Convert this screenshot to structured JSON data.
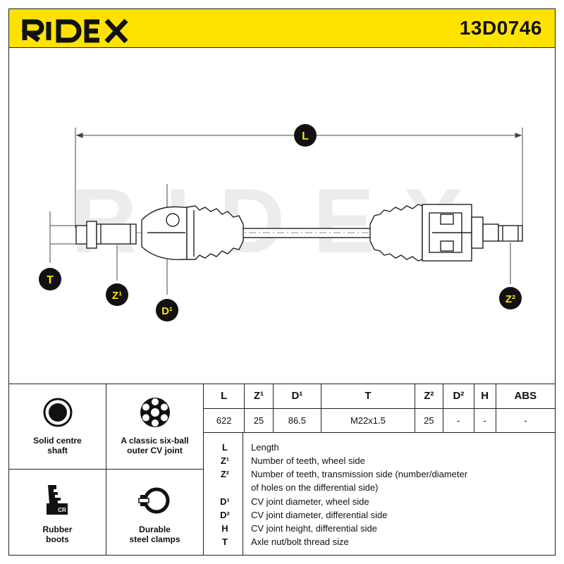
{
  "brand": {
    "name": "RIDEX",
    "color": "#ffe300"
  },
  "part_number": "13D0746",
  "drawing": {
    "labels": {
      "L": "L",
      "T": "T",
      "Z1": "Z¹",
      "D1": "D¹",
      "Z2": "Z²"
    },
    "watermark": "RIDEX"
  },
  "features": [
    {
      "icon": "solid-shaft-icon",
      "label_line1": "Solid centre",
      "label_line2": "shaft"
    },
    {
      "icon": "six-ball-cv-joint-icon",
      "label_line1": "A classic six-ball",
      "label_line2": "outer CV joint"
    },
    {
      "icon": "rubber-boot-icon",
      "label_line1": "Rubber",
      "label_line2": "boots",
      "badge": "CR"
    },
    {
      "icon": "steel-clamp-icon",
      "label_line1": "Durable",
      "label_line2": "steel clamps"
    }
  ],
  "spec_table": {
    "headers": [
      "L",
      "Z¹",
      "D¹",
      "T",
      "Z²",
      "D²",
      "H",
      "ABS"
    ],
    "values": [
      "622",
      "25",
      "86.5",
      "M22x1.5",
      "25",
      "-",
      "-",
      "-"
    ]
  },
  "legend": [
    {
      "code": "L",
      "text": "Length"
    },
    {
      "code": "Z¹",
      "text": "Number of teeth, wheel side"
    },
    {
      "code": "Z²",
      "text": "Number of teeth, transmission side (number/diameter"
    },
    {
      "code": "",
      "text": "of holes on the differential side)"
    },
    {
      "code": "D¹",
      "text": "CV joint diameter, wheel side"
    },
    {
      "code": "D²",
      "text": "CV joint diameter, differential side"
    },
    {
      "code": "H",
      "text": "CV joint height, differential side"
    },
    {
      "code": "T",
      "text": "Axle nut/bolt thread size"
    }
  ]
}
